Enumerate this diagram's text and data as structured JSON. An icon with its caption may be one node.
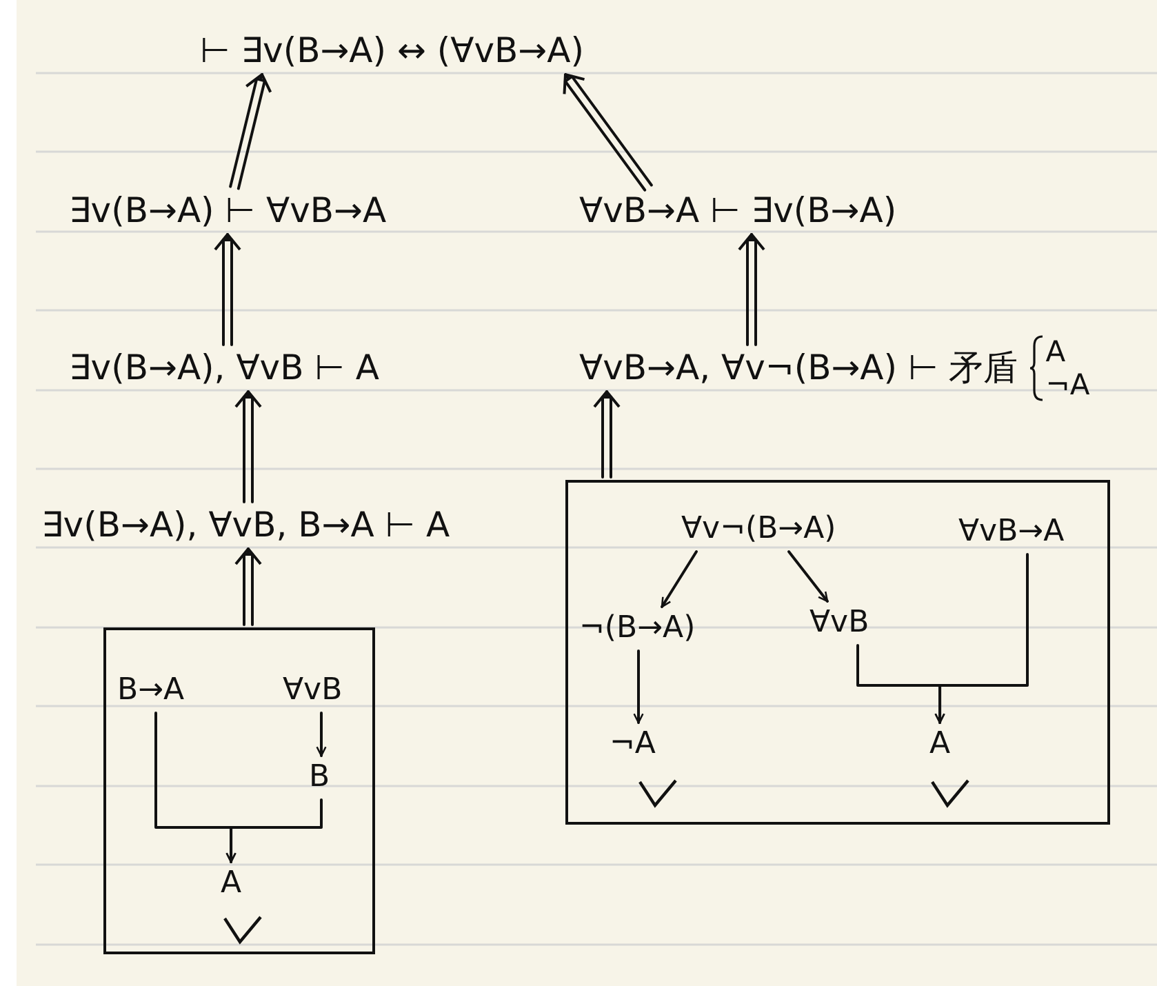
{
  "diagram": {
    "nodes": [
      {
        "text": [
          "⊢ ∃v(B→A) ↔ (∀vB→A)"
        ]
      },
      {
        "text": [
          "∃v(B→A) ⊢ ∀vB→A"
        ]
      },
      {
        "text": [
          "∀vB→A ⊢ ∃v(B→A)"
        ]
      },
      {
        "text": [
          "∃v(B→A), ∀vB ⊢ A"
        ]
      },
      {
        "text": [
          "∀vB→A, ∀v¬(B→A) ⊢ 矛盾"
        ],
        "beside": [
          "A",
          "¬A"
        ]
      },
      {
        "text": [
          "∃v(B→A), ∀vB, B→A ⊢ A"
        ]
      },
      {
        "text": [],
        "shape": "box"
      },
      {
        "text": [
          "B→A"
        ],
        "in": 6
      },
      {
        "text": [
          "∀vB"
        ],
        "in": 6
      },
      {
        "text": [
          "B"
        ],
        "in": 6
      },
      {
        "text": [
          "A"
        ],
        "in": 6
      },
      {
        "text": [],
        "shape": "box"
      },
      {
        "text": [
          "∀v¬(B→A)"
        ],
        "in": 11
      },
      {
        "text": [
          "∀vB→A"
        ],
        "in": 11
      },
      {
        "text": [
          "¬(B→A)"
        ],
        "in": 11
      },
      {
        "text": [
          "∀vB"
        ],
        "in": 11
      },
      {
        "text": [
          "¬A"
        ],
        "in": 11
      },
      {
        "text": [
          "A"
        ],
        "in": 11
      }
    ],
    "edges": [
      {
        "from": 1,
        "to": 0,
        "arrow": "to"
      },
      {
        "from": 2,
        "to": 0,
        "arrow": "to"
      },
      {
        "from": 3,
        "to": 1,
        "arrow": "to"
      },
      {
        "from": 4,
        "to": 2,
        "arrow": "to"
      },
      {
        "from": 5,
        "to": 3,
        "arrow": "to"
      },
      {
        "from": 6,
        "to": 5,
        "arrow": "to"
      },
      {
        "from": 11,
        "to": 4,
        "arrow": "to"
      },
      {
        "from": 8,
        "to": 9,
        "arrow": "to"
      },
      {
        "from": 7,
        "to": 10,
        "arrow": "to"
      },
      {
        "from": 9,
        "to": 10,
        "arrow": "to"
      },
      {
        "from": 12,
        "to": 14,
        "arrow": "to"
      },
      {
        "from": 12,
        "to": 15,
        "arrow": "to"
      },
      {
        "from": 14,
        "to": 16,
        "arrow": "to"
      },
      {
        "from": 15,
        "to": 17,
        "arrow": "to"
      },
      {
        "from": 13,
        "to": 17,
        "arrow": "to"
      }
    ]
  }
}
